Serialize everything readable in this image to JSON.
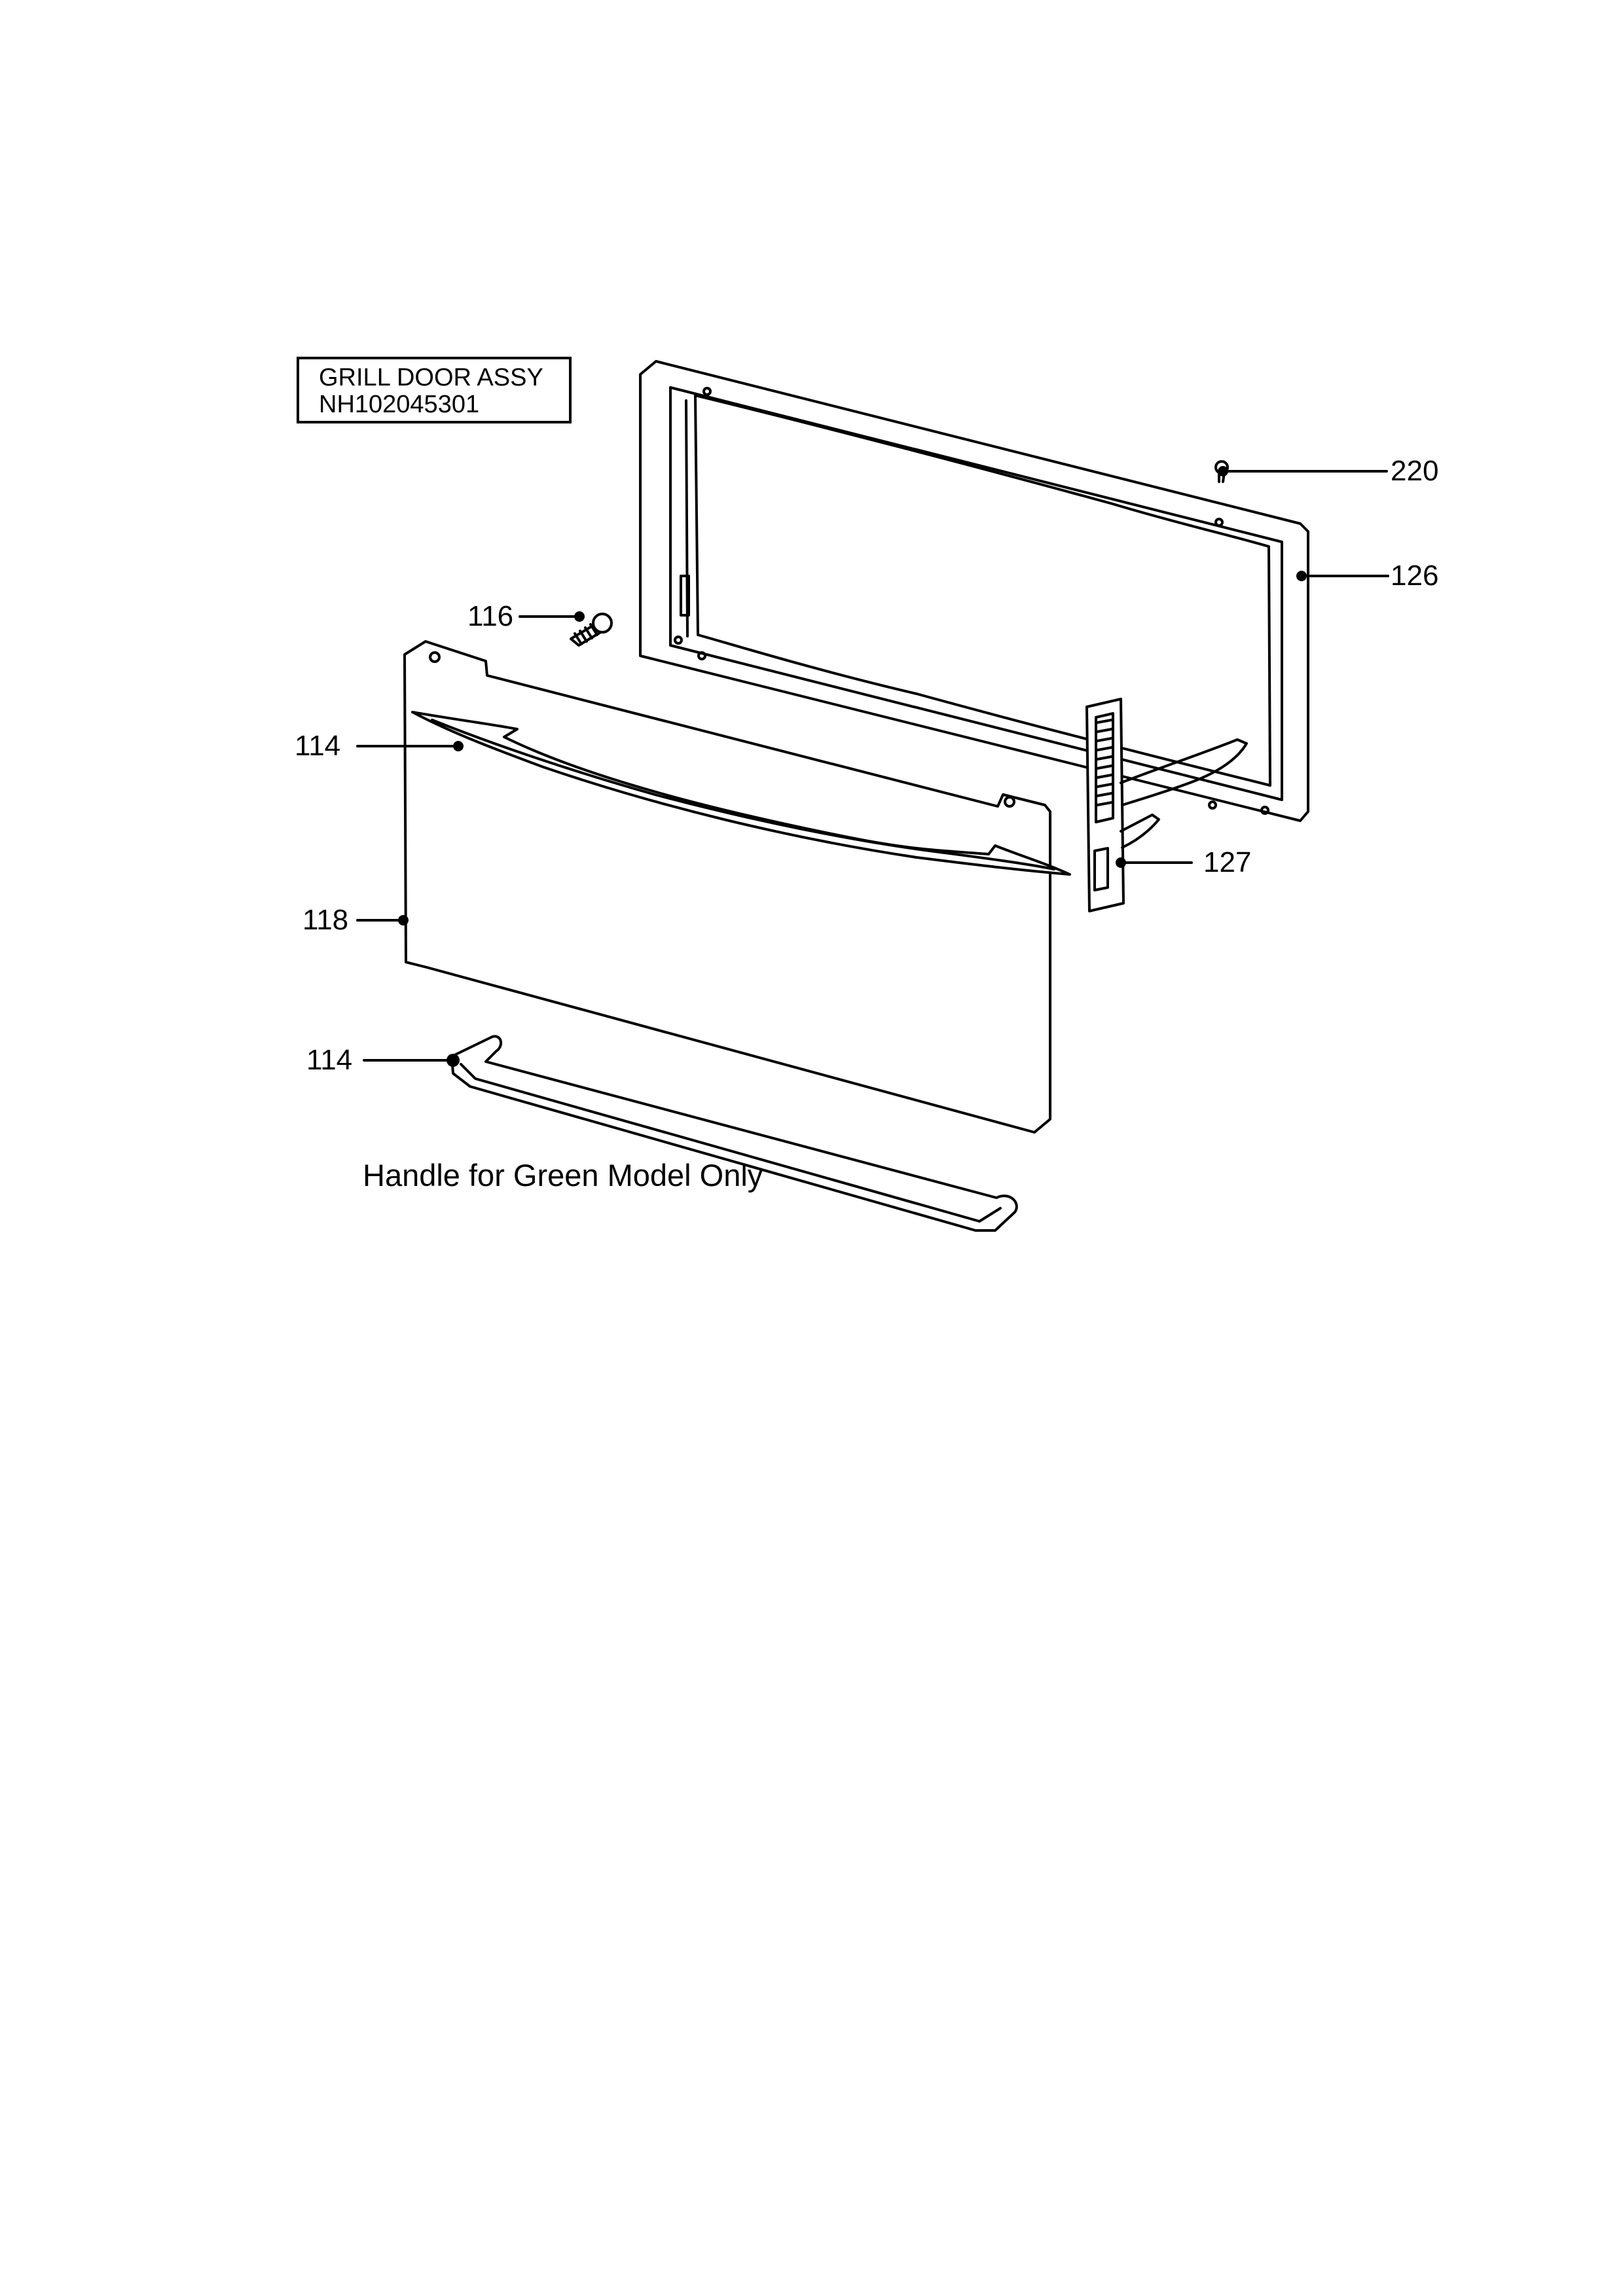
{
  "title": {
    "line1": "GRILL DOOR ASSY",
    "line2": "NH102045301"
  },
  "callouts": [
    {
      "id": "220",
      "text": "220"
    },
    {
      "id": "126",
      "text": "126"
    },
    {
      "id": "116",
      "text": "116"
    },
    {
      "id": "114-upper",
      "text": "114"
    },
    {
      "id": "118",
      "text": "118"
    },
    {
      "id": "127",
      "text": "127"
    },
    {
      "id": "114-lower",
      "text": "114"
    }
  ],
  "note": "Handle for Green Model Only"
}
